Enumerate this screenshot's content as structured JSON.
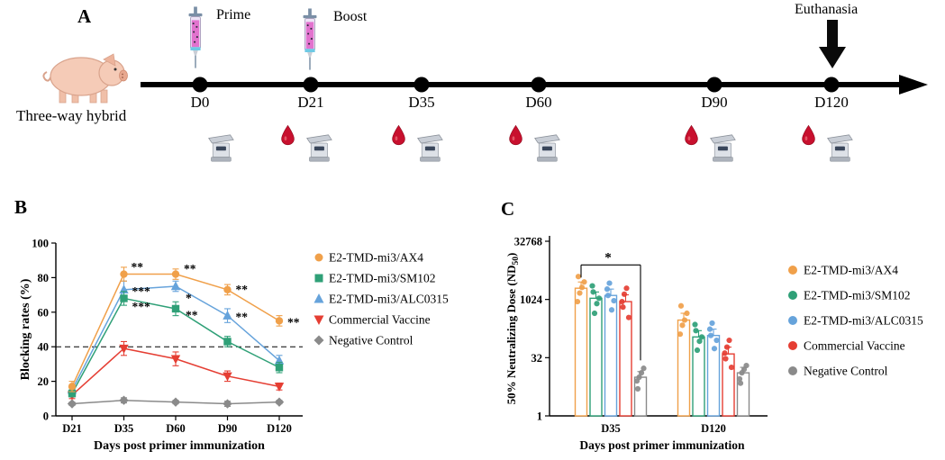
{
  "panel_a": {
    "label": "A",
    "animal_label": "Three-way hybrid",
    "prime_label": "Prime",
    "boost_label": "Boost",
    "euthanasia_label": "Euthanasia",
    "icons": {
      "animal": "pig-icon",
      "immunization": "syringe-icon",
      "blood_sampling": "blood-drop-icon",
      "weighing": "scale-icon",
      "euthanasia": "block-down-arrow-icon"
    },
    "timepoints": [
      {
        "label": "D0",
        "events": [
          "prime-immunization",
          "weighing"
        ]
      },
      {
        "label": "D21",
        "events": [
          "boost-immunization",
          "blood-sampling",
          "weighing"
        ]
      },
      {
        "label": "D35",
        "events": [
          "blood-sampling",
          "weighing"
        ]
      },
      {
        "label": "D60",
        "events": [
          "blood-sampling",
          "weighing"
        ]
      },
      {
        "label": "D90",
        "events": [
          "blood-sampling",
          "weighing"
        ]
      },
      {
        "label": "D120",
        "events": [
          "blood-sampling",
          "weighing",
          "euthanasia"
        ]
      }
    ]
  },
  "chart_data": [
    {
      "panel_label": "B",
      "type": "line",
      "xlabel": "Days post primer immunization",
      "ylabel": "Blocking rates (%)",
      "categories": [
        "D21",
        "D35",
        "D60",
        "D90",
        "D120"
      ],
      "ylim": [
        0,
        100
      ],
      "yticks": [
        0,
        20,
        40,
        60,
        80,
        100
      ],
      "grid": false,
      "legend_position": "right-top",
      "dashed_line_y": 40,
      "series": [
        {
          "name": "E2-TMD-mi3/AX4",
          "color": "#F0A04A",
          "marker": "circle",
          "values": [
            17,
            82,
            82,
            73,
            55
          ],
          "errors": [
            3,
            4,
            3,
            3,
            3
          ]
        },
        {
          "name": "E2-TMD-mi3/SM102",
          "color": "#2FA077",
          "marker": "square",
          "values": [
            13,
            68,
            62,
            43,
            28
          ],
          "errors": [
            2,
            4,
            4,
            3,
            3
          ]
        },
        {
          "name": "E2-TMD-mi3/ALC0315",
          "color": "#66A3DB",
          "marker": "triangle",
          "values": [
            15,
            73,
            75,
            58,
            32
          ],
          "errors": [
            2,
            5,
            3,
            4,
            3
          ]
        },
        {
          "name": "Commercial Vaccine",
          "color": "#E53E33",
          "marker": "triangle-down",
          "values": [
            12,
            39,
            33,
            23,
            17
          ],
          "errors": [
            2,
            4,
            4,
            3,
            2
          ]
        },
        {
          "name": "Negative Control",
          "color": "#8A8A8A",
          "marker": "diamond",
          "values": [
            7,
            9,
            8,
            7,
            8
          ],
          "errors": [
            1,
            1.5,
            1,
            1.5,
            1
          ]
        }
      ],
      "annotations": [
        {
          "x": "D35",
          "value": 86,
          "dx": 8,
          "text": "**"
        },
        {
          "x": "D35",
          "value": 72,
          "dx": 9,
          "text": "***"
        },
        {
          "x": "D35",
          "value": 63,
          "dx": 9,
          "text": "***"
        },
        {
          "x": "D60",
          "value": 85,
          "dx": 9,
          "text": "**"
        },
        {
          "x": "D60",
          "value": 68,
          "dx": 11,
          "text": "*"
        },
        {
          "x": "D60",
          "value": 58,
          "dx": 11,
          "text": "**"
        },
        {
          "x": "D90",
          "value": 73,
          "dx": 9,
          "text": "**"
        },
        {
          "x": "D90",
          "value": 57,
          "dx": 9,
          "text": "**"
        },
        {
          "x": "D120",
          "value": 54,
          "dx": 9,
          "text": "**"
        }
      ]
    },
    {
      "panel_label": "C",
      "type": "bar",
      "scale": "log32",
      "xlabel": "Days post primer immunization",
      "ylabel_main": "50% Neutralizing Dose (ND",
      "ylabel_sub": "50",
      "ylabel_end": ")",
      "groups": [
        "D35",
        "D120"
      ],
      "yticks": [
        1,
        32,
        1024,
        32768
      ],
      "legend_position": "right",
      "series": [
        {
          "name": "E2-TMD-mi3/AX4",
          "color": "#F0A04A",
          "values": [
            2000,
            300
          ],
          "errors": [
            900,
            150
          ],
          "points": [
            [
              900,
              1500,
              2100,
              2900,
              4000
            ],
            [
              130,
              220,
              300,
              450,
              700
            ]
          ]
        },
        {
          "name": "E2-TMD-mi3/SM102",
          "color": "#2FA077",
          "values": [
            1100,
            110
          ],
          "errors": [
            500,
            50
          ],
          "points": [
            [
              450,
              800,
              1100,
              1600,
              2300
            ],
            [
              50,
              85,
              110,
              160,
              230
            ]
          ]
        },
        {
          "name": "E2-TMD-mi3/ALC0315",
          "color": "#66A3DB",
          "values": [
            1300,
            120
          ],
          "errors": [
            600,
            55
          ],
          "points": [
            [
              550,
              950,
              1300,
              1900,
              2700
            ],
            [
              55,
              90,
              120,
              175,
              250
            ]
          ]
        },
        {
          "name": "Commercial Vaccine",
          "color": "#E53E33",
          "values": [
            900,
            40
          ],
          "errors": [
            450,
            20
          ],
          "points": [
            [
              350,
              650,
              900,
              1400,
              2000
            ],
            [
              18,
              30,
              42,
              60,
              90
            ]
          ]
        },
        {
          "name": "Negative Control",
          "color": "#8A8A8A",
          "values": [
            10,
            13
          ],
          "errors": [
            4,
            5
          ],
          "points": [
            [
              5,
              8,
              10,
              13,
              17
            ],
            [
              7,
              9,
              13,
              16,
              20
            ]
          ]
        }
      ],
      "annotation": {
        "text": "*",
        "group": "D35",
        "from_series": 0,
        "to_series": 4,
        "level": 8000
      }
    }
  ]
}
